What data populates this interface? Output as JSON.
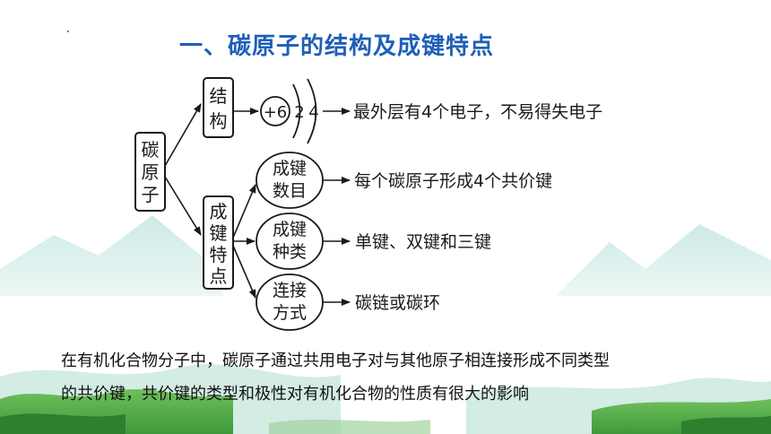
{
  "title": "一、碳原子的结构及成键特点",
  "diagram": {
    "root": [
      "碳",
      "原",
      "子"
    ],
    "structure_box": [
      "结",
      "构"
    ],
    "bonding_box": [
      "成",
      "键",
      "特",
      "点"
    ],
    "nucleus_label": "+6",
    "shell_electrons": [
      "2",
      "4"
    ],
    "structure_result": "最外层有4个电子，不易得失电子",
    "ellipses": [
      {
        "line1": "成键",
        "line2": "数目",
        "result": "每个碳原子形成4个共价键"
      },
      {
        "line1": "成键",
        "line2": "种类",
        "result": "单键、双键和三键"
      },
      {
        "line1": "连接",
        "line2": "方式",
        "result": "碳链或碳环"
      }
    ]
  },
  "paragraph": [
    "在有机化合物分子中，碳原子通过共用电子对与其他原子相连接形成不同类型",
    "的共价键，共价键的类型和极性对有机化合物的性质有很大的影响"
  ]
}
